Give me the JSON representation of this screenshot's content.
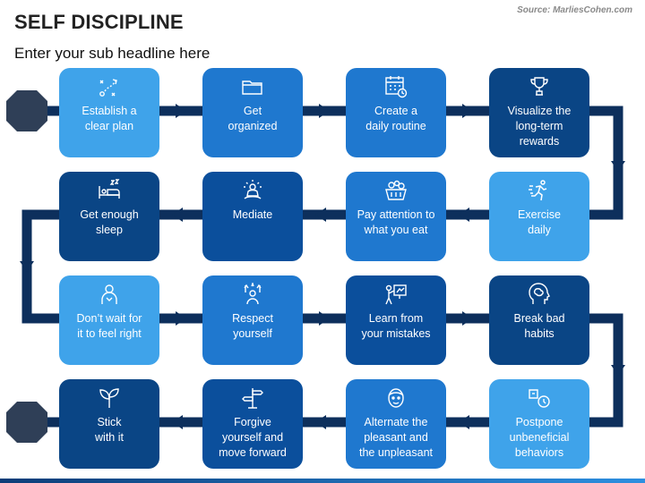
{
  "header": {
    "title": "SELF DISCIPLINE",
    "subtitle": "Enter your sub headline here",
    "source": "Source: MarliesCohen.com"
  },
  "steps": [
    {
      "label": "Establish a\nclear plan",
      "icon": "strategy-icon"
    },
    {
      "label": "Get\norganized",
      "icon": "folder-icon"
    },
    {
      "label": "Create a\ndaily routine",
      "icon": "calendar-clock-icon"
    },
    {
      "label": "Visualize the\nlong-term\nrewards",
      "icon": "trophy-icon"
    },
    {
      "label": "Exercise\ndaily",
      "icon": "runner-icon"
    },
    {
      "label": "Pay attention to\nwhat you eat",
      "icon": "food-basket-icon"
    },
    {
      "label": "Mediate",
      "icon": "meditation-icon"
    },
    {
      "label": "Get enough\nsleep",
      "icon": "bed-icon"
    },
    {
      "label": "Don’t wait for\nit to feel right",
      "icon": "thinking-person-icon"
    },
    {
      "label": "Respect\nyourself",
      "icon": "self-respect-icon"
    },
    {
      "label": "Learn from\nyour mistakes",
      "icon": "presentation-icon"
    },
    {
      "label": "Break bad\nhabits",
      "icon": "brain-head-icon"
    },
    {
      "label": "Postpone\nunbeneficial\nbehaviors",
      "icon": "clock-hand-icon"
    },
    {
      "label": "Alternate the\npleasant and\nthe unpleasant",
      "icon": "face-icon"
    },
    {
      "label": "Forgive\nyourself and\nmove forward",
      "icon": "signpost-icon"
    },
    {
      "label": "Stick\nwith it",
      "icon": "leaves-icon"
    }
  ],
  "colors": {
    "path": "#0d2f5c",
    "light": "#3fa3ea",
    "mid": "#1f78cf",
    "dark": "#0b4f9c",
    "navy": "#0a4585"
  }
}
